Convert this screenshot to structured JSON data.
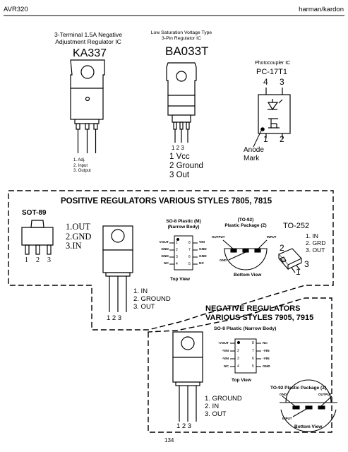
{
  "header": {
    "left": "AVR320",
    "right": "harman/kardon"
  },
  "ka337": {
    "title1": "3-Terminal 1.5A Negative",
    "title2": "Adjustment Regulator IC",
    "part": "KA337",
    "pins": [
      "1. Adj.",
      "2. Input",
      "3. Output"
    ]
  },
  "ba033t": {
    "title1": "Low Saturation Voltage Type",
    "title2": "3-Pin Regulator IC",
    "part": "BA033T",
    "pin_numbers": "1  2  3",
    "pins": [
      "1 Vcc",
      "2 Ground",
      "3 Out"
    ]
  },
  "pc17t1": {
    "title": "Photocoupler IC",
    "part": "PC-17T1",
    "top_pins": [
      "4",
      "3"
    ],
    "bottom_pins": [
      "1",
      "2"
    ],
    "anode1": "Anode",
    "anode2": "Mark"
  },
  "positive": {
    "title": "POSITIVE REGULATORS VARIOUS STYLES  7805, 7815",
    "sot89": {
      "label": "SOT-89",
      "pins": [
        "1.OUT",
        "2.GND",
        "3.IN"
      ],
      "nums": [
        "1",
        "2",
        "3"
      ]
    },
    "to220": {
      "pins": [
        "1. IN",
        "2. GROUND",
        "3. OUT"
      ],
      "nums": "1  2  3"
    },
    "so8": {
      "title1": "SO-8 Plastic (M)",
      "title2": "(Narrow Body)",
      "left": [
        "VOUT",
        "GND",
        "GND",
        "NC"
      ],
      "right": [
        "VIN",
        "GND",
        "GND",
        "NC"
      ],
      "lnum": [
        "1",
        "2",
        "3",
        "4"
      ],
      "rnum": [
        "8",
        "7",
        "6",
        "5"
      ],
      "view": "Top View"
    },
    "to92": {
      "title1": "(TO-92)",
      "title2": "Plastic Package (Z)",
      "output": "OUTPUT",
      "input": "INPUT",
      "gnd": "GND",
      "view": "Bottom View"
    },
    "to252": {
      "label": "TO-252",
      "pins": [
        "1. IN",
        "2. GRD",
        "3. OUT"
      ],
      "n1": "1",
      "n2": "2",
      "n3": "3"
    }
  },
  "negative": {
    "title1": "NEGATIVE REGULATORS",
    "title2": "VARIOUS STYLES  7905, 7915",
    "so8": {
      "title": "SO-8 Plastic (Narrow Body)",
      "left": [
        "-VOUT",
        "-VIN",
        "-VIN",
        "NC"
      ],
      "right": [
        "NC",
        "-VIN",
        "-VIN",
        "GND"
      ],
      "lnum": [
        "1",
        "2",
        "3",
        "4"
      ],
      "rnum": [
        "8",
        "7",
        "6",
        "5"
      ],
      "view": "Top View"
    },
    "to220": {
      "pins": [
        "1. GROUND",
        "2. IN",
        "3. OUT"
      ],
      "nums": "1  2  3"
    },
    "to92": {
      "title": "TO-92 Plastic Package (Z)",
      "gnd": "GND",
      "output": "OUTPUT",
      "input": "INPUT",
      "view": "Bottom View"
    }
  },
  "footer": {
    "page": "134"
  }
}
